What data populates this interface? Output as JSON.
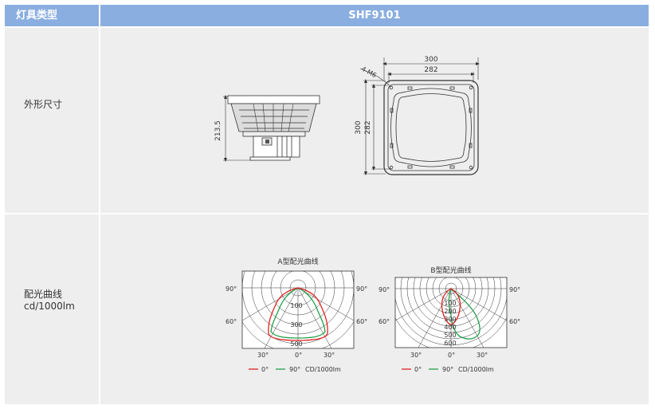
{
  "header": {
    "col1": "灯具类型",
    "col2": "SHF9101"
  },
  "rows": [
    {
      "label": "外形尺寸"
    },
    {
      "label_line1": "配光曲线",
      "label_line2": "cd/1000lm"
    }
  ],
  "dims": {
    "width_outer": "300",
    "width_inner": "282",
    "height_outer": "300",
    "height_inner": "282",
    "height_side": "213.5",
    "holes": "4-M6"
  },
  "curves": {
    "a": {
      "title": "A型配光曲线",
      "rings": [
        "100",
        "300",
        "500"
      ]
    },
    "b": {
      "title": "B型配光曲线",
      "rings": [
        "100",
        "200",
        "300",
        "400",
        "500",
        "600"
      ]
    },
    "angles": {
      "deg90": "90°",
      "deg60": "60°",
      "deg30": "30°",
      "deg0": "0°"
    },
    "legend": {
      "red_label": "0°",
      "green_label": "90°",
      "unit": "CD/1000lm"
    },
    "colors": {
      "red": "#e02020",
      "green": "#22a04a"
    }
  }
}
